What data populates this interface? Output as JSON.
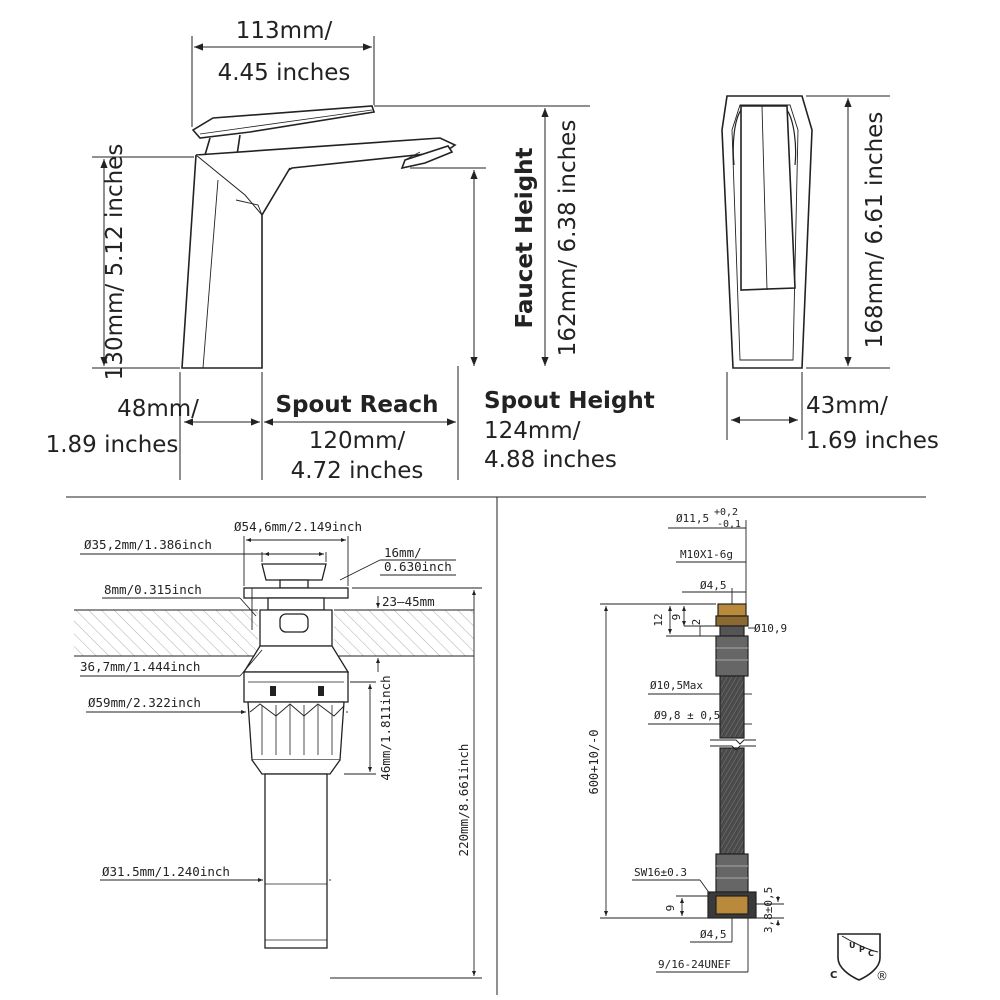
{
  "faucet_side": {
    "top_width_mm": "113mm/",
    "top_width_in": "4.45 inches",
    "body_height": "130mm/ 5.12 inches",
    "faucet_height_title": "Faucet Height",
    "faucet_height_value": "162mm/ 6.38 inches",
    "base_mm": "48mm/",
    "base_in": "1.89 inches",
    "reach_title": "Spout Reach",
    "reach_mm": "120mm/",
    "reach_in": "4.72 inches",
    "spout_height_title": "Spout Height",
    "spout_height_mm": "124mm/",
    "spout_height_in": "4.88 inches"
  },
  "faucet_front": {
    "height": "168mm/ 6.61 inches",
    "width_mm": "43mm/",
    "width_in": "1.69 inches"
  },
  "drain": {
    "cap_dia": "Ø54,6mm/2.149inch",
    "stem_dia": "Ø35,2mm/1.386inch",
    "cap_height_a": "16mm/",
    "cap_height_b": "0.630inch",
    "flange": "8mm/0.315inch",
    "counter": "23–45mm",
    "nut_dia": "36,7mm/1.444inch",
    "body_dia": "Ø59mm/2.322inch",
    "body_height": "46mm/1.811inch",
    "total_height": "220mm/8.661inch",
    "tube_dia": "Ø31.5mm/1.240inch"
  },
  "hose": {
    "tol_base": "Ø11,5",
    "tol_plus": "+0,2",
    "tol_minus": "-0,1",
    "thread": "M10X1-6g",
    "d_4_5_top": "Ø4,5",
    "dim_12": "12",
    "dim_9_top": "9",
    "dim_2": "2",
    "d_10_9": "Ø10,9",
    "d_10_5": "Ø10,5Max",
    "d_9_8": "Ø9,8 ± 0,5",
    "length": "600+10/-0",
    "sw": "SW16±0.3",
    "dim_9_bot": "9",
    "dim_3_8": "3,8±0,5",
    "d_4_5_bot": "Ø4,5",
    "unef": "9/16-24UNEF"
  },
  "cert": {
    "u": "U",
    "p": "P",
    "c": "C",
    "c_outer": "C",
    "reg": "®"
  }
}
